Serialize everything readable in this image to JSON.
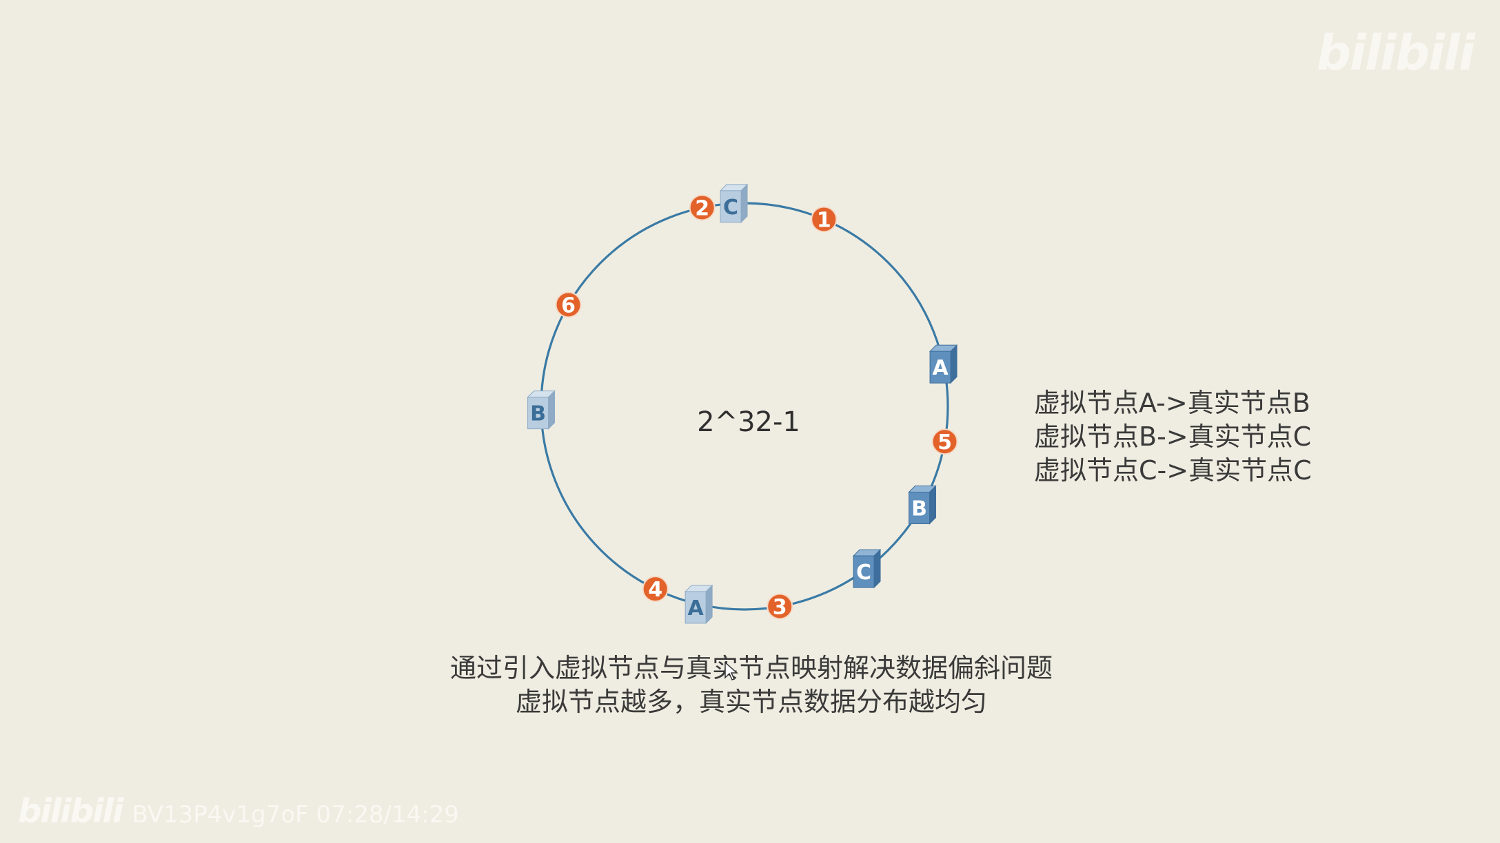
{
  "ring": {
    "center_label": "2^32-1",
    "ring_color": "#3a7aa5"
  },
  "keys": [
    {
      "label": "2",
      "angle": -102
    },
    {
      "label": "1",
      "angle": -67
    },
    {
      "label": "6",
      "angle": -150
    },
    {
      "label": "5",
      "angle": 10
    },
    {
      "label": "4",
      "angle": 116
    },
    {
      "label": "3",
      "angle": 80
    }
  ],
  "key_color": "#e2622a",
  "servers": [
    {
      "letter": "C",
      "angle": -93,
      "style": "light"
    },
    {
      "letter": "A",
      "angle": -12,
      "style": "dark"
    },
    {
      "letter": "B",
      "angle": 179,
      "style": "light"
    },
    {
      "letter": "B",
      "angle": 29,
      "style": "dark"
    },
    {
      "letter": "C",
      "angle": 53,
      "style": "dark"
    },
    {
      "letter": "A",
      "angle": 103,
      "style": "light"
    }
  ],
  "colors": {
    "server_light_front": "#b8cde0",
    "server_light_side": "#8eaac4",
    "server_light_top": "#d4e2ee",
    "server_light_text": "#3b6e98",
    "server_dark_front": "#5f8fbc",
    "server_dark_side": "#3e6f9c",
    "server_dark_top": "#8fb4d6",
    "server_dark_text": "#ffffff"
  },
  "mapping_lines": [
    "虚拟节点A->真实节点B",
    "虚拟节点B->真实节点C",
    "虚拟节点C->真实节点C"
  ],
  "caption": {
    "line1": "通过引入虚拟节点与真实节点映射解决数据偏斜问题",
    "line2": "虚拟节点越多，真实节点数据分布越均匀"
  },
  "watermark": {
    "logo": "bilibili",
    "bottom_logo": "bilibili",
    "bottom_info": "BV13P4v1g7oF 07:28/14:29"
  }
}
